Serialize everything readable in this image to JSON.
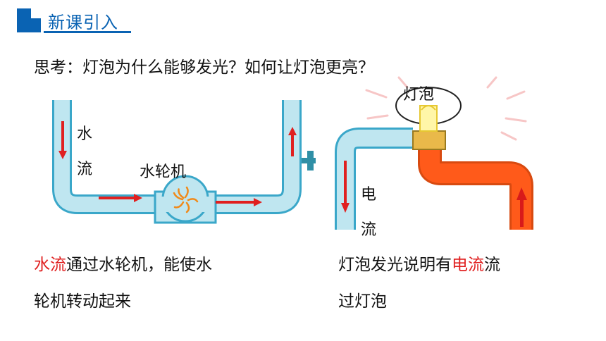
{
  "header": {
    "title": "新课引入"
  },
  "question": "思考：灯泡为什么能够发光？如何让灯泡更亮？",
  "water_diagram": {
    "flow_label_char1": "水",
    "flow_label_char2": "流",
    "wheel_label": "水轮机"
  },
  "circuit_diagram": {
    "bulb_label": "灯泡",
    "current_label_char1": "电",
    "current_label_char2": "流"
  },
  "left_caption": {
    "highlight": "水流",
    "line1_rest": "通过水轮机，能使水",
    "line2": "轮机转动起来"
  },
  "right_caption": {
    "line1_pre": "灯泡发光说明有",
    "highlight": "电流",
    "line1_post": "流",
    "line2": "过灯泡"
  },
  "colors": {
    "accent": "#0a63b3",
    "pipe_fill": "#bfe6f0",
    "pipe_stroke": "#3aa7c9",
    "arrow_red": "#e02020",
    "wire_orange": "#ff5a1a",
    "socket_gold": "#e9b94a"
  }
}
